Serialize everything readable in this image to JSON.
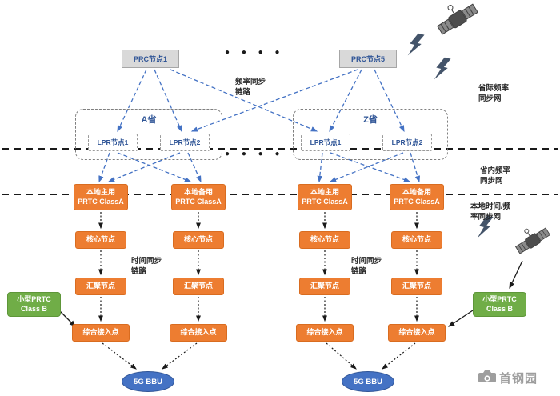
{
  "colors": {
    "orange": "#ED7D31",
    "green": "#70AD47",
    "blue": "#4472C4",
    "box_gray": "#D9D9D9"
  },
  "top": {
    "prc_left": "PRC节点1",
    "prc_right": "PRC节点5",
    "dots": "● ● ● ●",
    "freq_sync_link": "频率同步链路"
  },
  "side": {
    "inter_province": "省际频率同步网",
    "intra_province": "省内频率同步网",
    "local_time_freq": "本地时间/频率同步网"
  },
  "provinces": [
    {
      "name": "A省",
      "lpr1": "LPR节点1",
      "lpr2": "LPR节点2"
    },
    {
      "name": "Z省",
      "lpr1": "LPR节点1",
      "lpr2": "LPR节点2"
    }
  ],
  "mid_dots": "● ● ● ●",
  "time_sync_link": "时间同步链路",
  "columns": [
    {
      "prtc_role": "本地主用",
      "prtc_class": "PRTC ClassA",
      "core": "核心节点",
      "agg": "汇聚节点",
      "access": "综合接入点"
    },
    {
      "prtc_role": "本地备用",
      "prtc_class": "PRTC ClassA",
      "core": "核心节点",
      "agg": "汇聚节点",
      "access": "综合接入点"
    },
    {
      "prtc_role": "本地主用",
      "prtc_class": "PRTC ClassA",
      "core": "核心节点",
      "agg": "汇聚节点",
      "access": "综合接入点"
    },
    {
      "prtc_role": "本地备用",
      "prtc_class": "PRTC ClassA",
      "core": "核心节点",
      "agg": "汇聚节点",
      "access": "综合接入点"
    }
  ],
  "green_box": {
    "line1": "小型PRTC",
    "line2": "Class B"
  },
  "bbu": "5G BBU",
  "watermark": "首钢园"
}
